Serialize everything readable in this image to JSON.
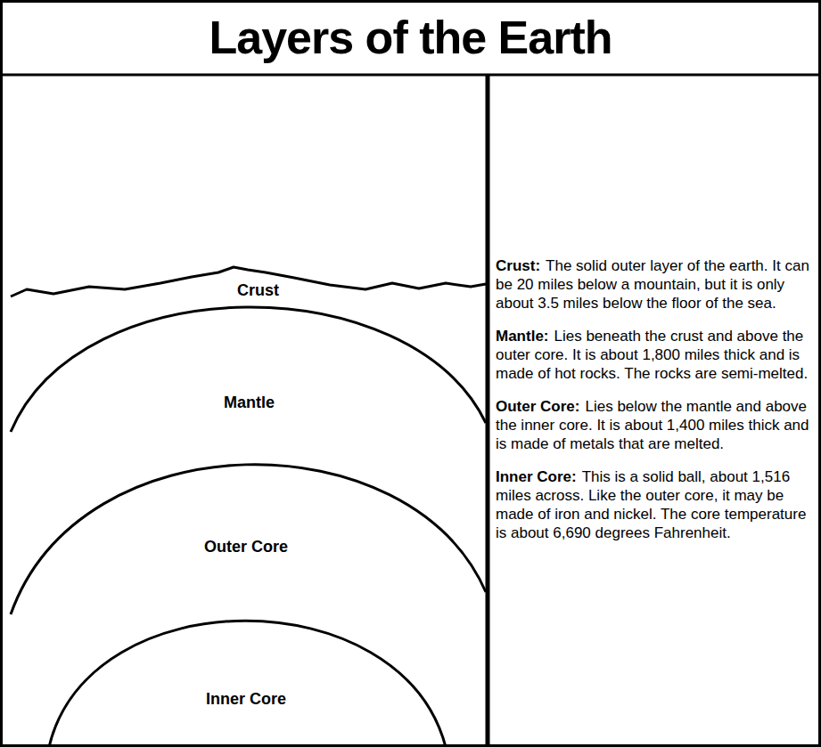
{
  "diagram": {
    "title": "Layers of the Earth",
    "nodes": [
      {
        "text": [
          "Crust"
        ]
      },
      {
        "text": [
          "Mantle"
        ]
      },
      {
        "text": [
          "Outer Core"
        ]
      },
      {
        "text": [
          "Inner Core"
        ]
      }
    ],
    "labels": [
      "Crust:",
      "The solid outer layer of the earth. It can be 20 miles below a mountain, but it is only about 3.5 miles below the floor of the sea.",
      "Mantle:",
      "Lies beneath the crust and above the outer core. It is about 1,800 miles thick and is made of hot rocks. The rocks are semi-melted.",
      "Outer Core:",
      "Lies below the mantle and above the inner core. It is about 1,400 miles thick and is made of metals that are melted.",
      "Inner Core:",
      "This is a solid ball, about 1,516 miles across. Like the outer core, it may be made of iron and nickel. The core temperature is about 6,690 degrees Fahrenheit."
    ]
  }
}
